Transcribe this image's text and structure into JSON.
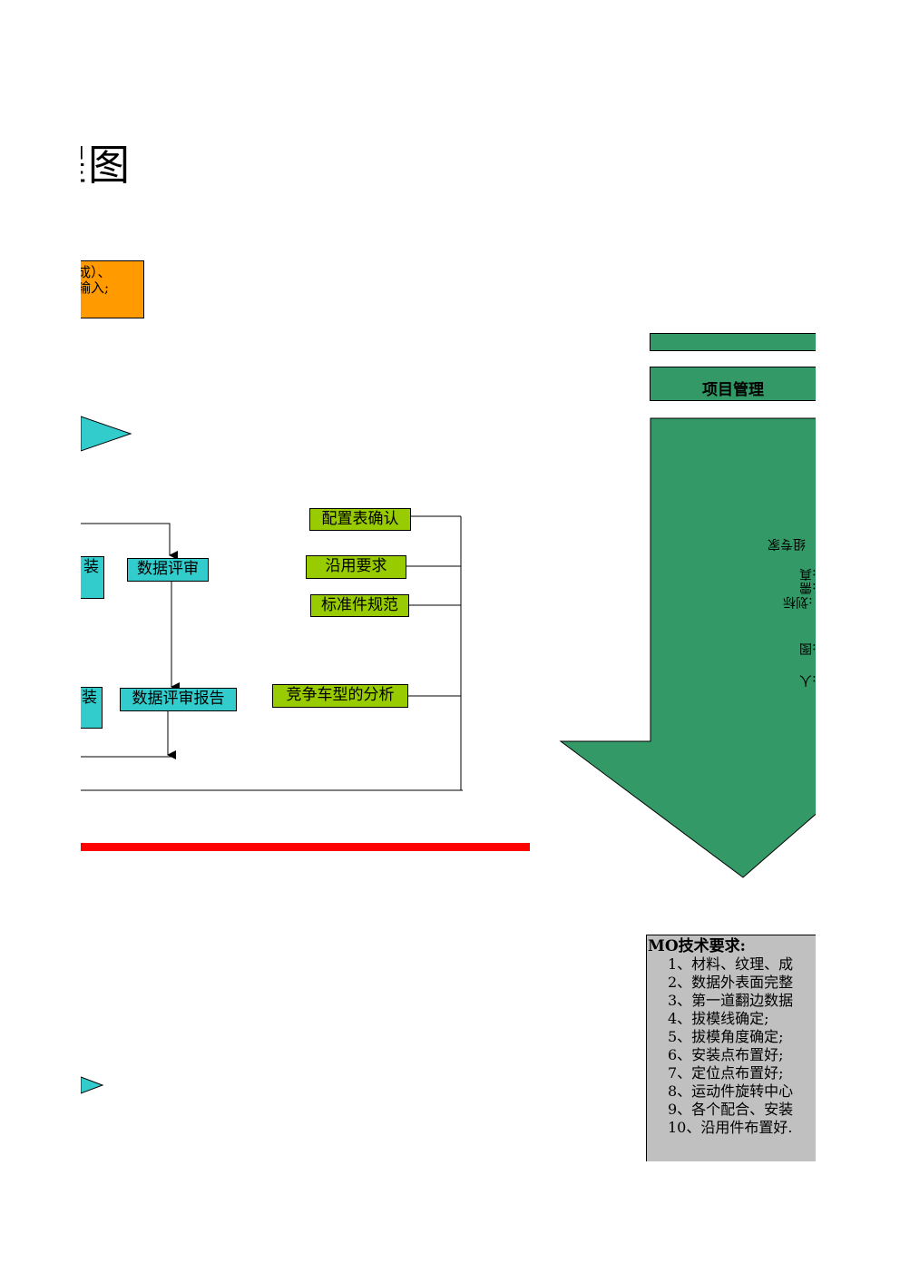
{
  "title": "程图",
  "orange_box": {
    "text": "完成）、\n求输入;"
  },
  "top_boxes": [
    {
      "id": "left-assembly-1",
      "label": "装"
    },
    {
      "id": "data-review",
      "label": "数据评审"
    }
  ],
  "bottom_boxes": [
    {
      "id": "left-assembly-2",
      "label": "装"
    },
    {
      "id": "data-review-report",
      "label": "数据评审报告"
    }
  ],
  "input_boxes": [
    {
      "id": "config-confirm",
      "label": "配置表确认"
    },
    {
      "id": "carryover-req",
      "label": "沿用要求"
    },
    {
      "id": "standard-parts",
      "label": "标准件规范"
    },
    {
      "id": "competitor-analysis",
      "label": "竞争车型的分析"
    }
  ],
  "project_management": {
    "label": "项目管理"
  },
  "mirrored_fragments": [
    "组专家",
    ":真",
    ":需",
    ":划标",
    ":图",
    ":人"
  ],
  "mo_requirements": {
    "heading": "MO技术要求:",
    "items": [
      "1、材料、纹理、成",
      "2、数据外表面完整",
      "3、第一道翻边数据",
      "4、拔模线确定;",
      "5、拔模角度确定;",
      "6、安装点布置好;",
      "7、定位点布置好;",
      "8、运动件旋转中心",
      "9、各个配合、安装",
      "10、沿用件布置好."
    ]
  },
  "colors": {
    "green_box": "#99cc00",
    "cyan_box": "#33cccc",
    "orange_box": "#ff9a00",
    "dark_green": "#339966",
    "red_bar": "#ff0000",
    "grey_panel": "#c0c0c0"
  }
}
